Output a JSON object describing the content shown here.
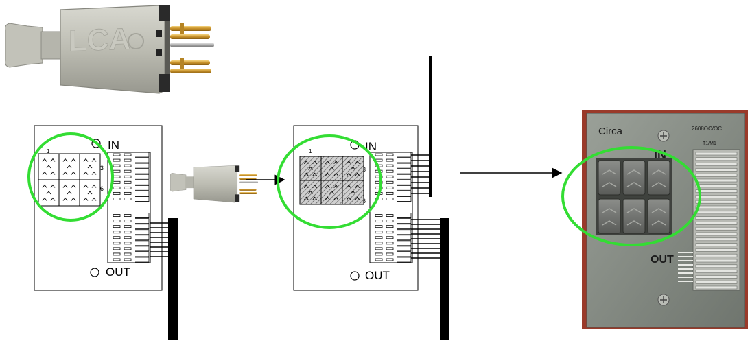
{
  "panels": [
    {
      "in_label": "IN",
      "out_label": "OUT",
      "row_label_top": "1",
      "row_label_mid": "3",
      "row_label_bot": "6",
      "state": "empty"
    },
    {
      "in_label": "IN",
      "out_label": "OUT",
      "row_label_top": "1",
      "row_label_mid": "3",
      "row_label_bot": "6",
      "state": "filled"
    }
  ],
  "photo_panel": {
    "brand": "Circa",
    "model": "2608OC/OC",
    "sub": "T1/M1",
    "in_label": "IN",
    "out_label": "OUT"
  },
  "colors": {
    "highlight": "#33dd33",
    "panel_bg": "#ffffff",
    "photo_bg": "#8a9088",
    "photo_border": "#9a3a2a",
    "cable": "#000000"
  },
  "icons": [
    "plug-icon",
    "arrow-right-icon",
    "highlight-circle-icon",
    "cable-icon"
  ]
}
